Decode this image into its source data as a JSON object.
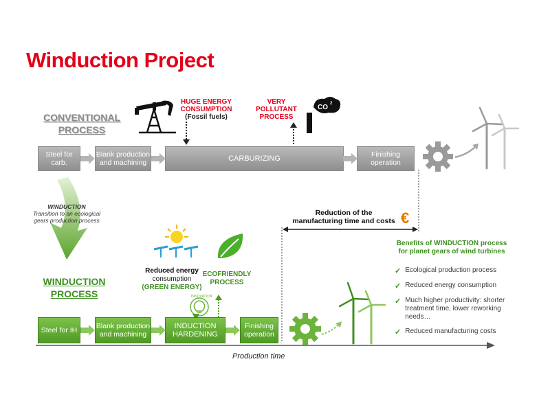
{
  "title": "Winduction Project",
  "conventional": {
    "label_line1": "CONVENTIONAL",
    "label_line2": "PROCESS",
    "steps": [
      "Steel for carb.",
      "Blank production and machining",
      "CARBURIZING",
      "Finishing operation"
    ],
    "energy_note": {
      "line1": "HUGE ENERGY",
      "line2": "CONSUMPTION",
      "line3": "(Fossil fuels)"
    },
    "pollution_note": {
      "line1": "VERY",
      "line2": "POLLUTANT",
      "line3": "PROCESS"
    },
    "co2_label": "CO"
  },
  "transition": {
    "title": "WINDUCTION",
    "text_line1": "Transition to an ecological",
    "text_line2": "gears production process"
  },
  "reduction": {
    "line1": "Reduction of the",
    "line2": "manufacturing time and costs",
    "symbol": "€"
  },
  "winduction": {
    "label_line1": "WINDUCTION",
    "label_line2": "PROCESS",
    "steps": [
      "Steel for IH",
      "Blank production and machining",
      "INDUCTION HARDENING",
      "Finishing operation"
    ],
    "energy_note": {
      "line1": "Reduced energy",
      "line2": "consumption",
      "line3": "(GREEN ENERGY)"
    },
    "eco_note": {
      "line1": "ECOFRIENDLY",
      "line2": "PROCESS"
    },
    "innovation_label": "INNOVATION"
  },
  "benefits": {
    "title_line1": "Benefits of WINDUCTION process",
    "title_line2": "for planet gears of wind turbines",
    "items": [
      "Ecological production process",
      "Reduced energy consumption",
      "Much higher productivity: shorter treatment time, lower reworking needs…",
      "Reduced manufacturing costs"
    ]
  },
  "axis_label": "Production time",
  "colors": {
    "title_red": "#e2001a",
    "green": "#4f9a25",
    "gray": "#9a9a9a"
  }
}
